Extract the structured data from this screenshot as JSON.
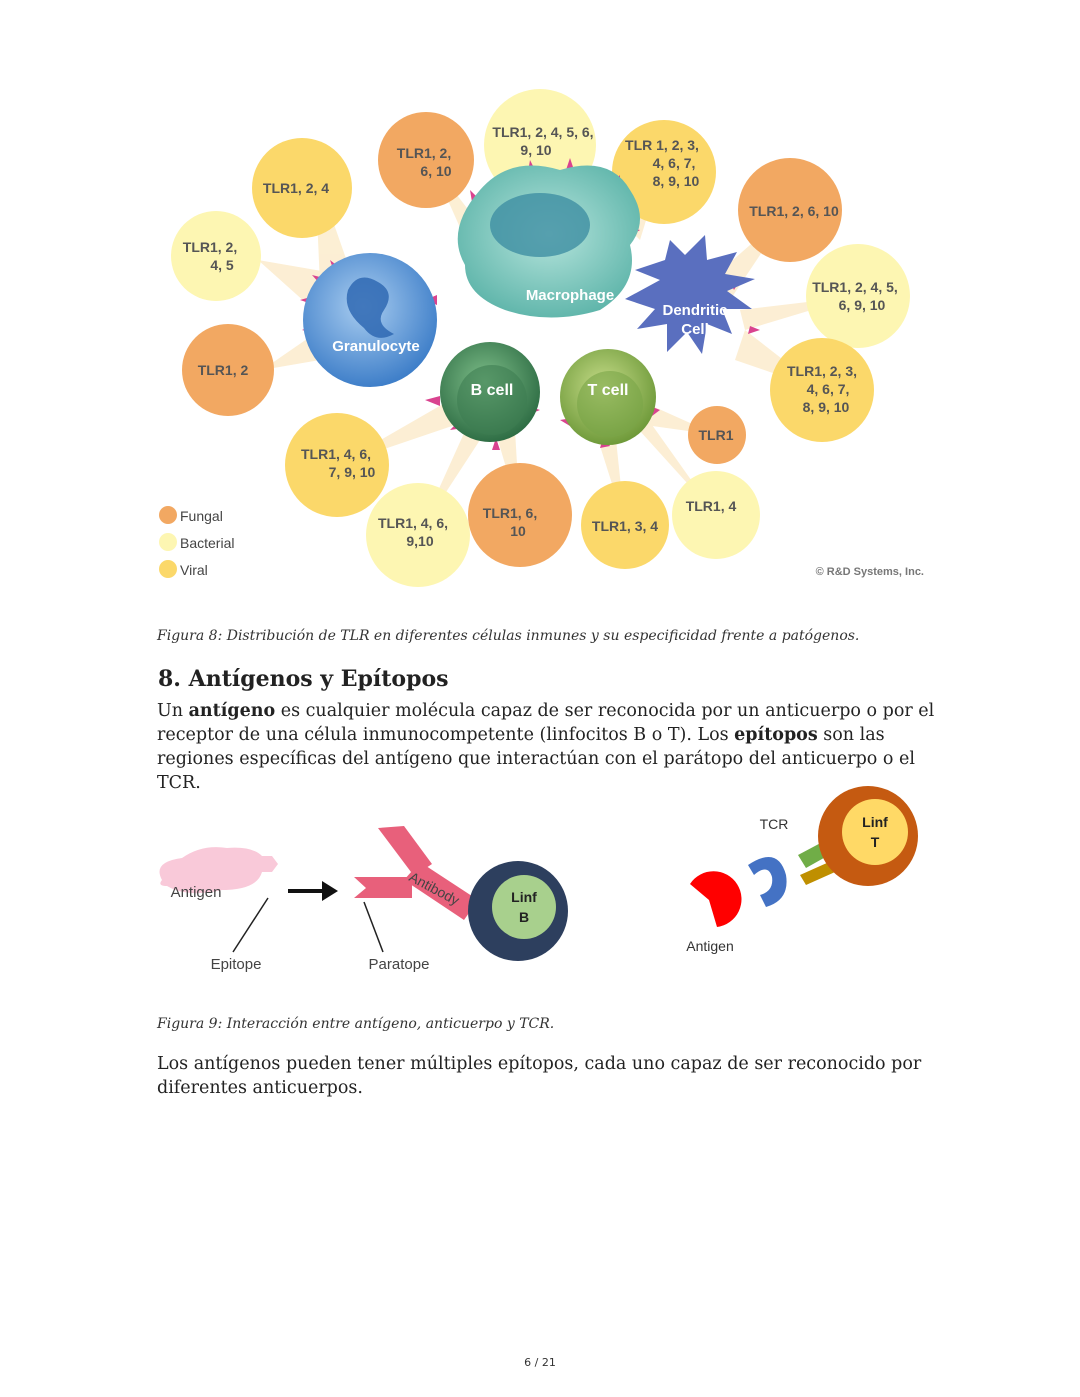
{
  "figure8": {
    "cells": {
      "granulocyte": "Granulocyte",
      "macrophage": "Macrophage",
      "dendritic_line1": "Dendritic",
      "dendritic_line2": "Cell",
      "bcell": "B cell",
      "tcell": "T cell"
    },
    "bubbles": [
      {
        "lines": [
          "TLR1, 2,",
          "4, 5"
        ],
        "type": "bacterial"
      },
      {
        "lines": [
          "TLR1, 2, 4"
        ],
        "type": "viral"
      },
      {
        "lines": [
          "TLR1, 2"
        ],
        "type": "fungal"
      },
      {
        "lines": [
          "TLR1, 2,",
          "6, 10"
        ],
        "type": "fungal"
      },
      {
        "lines": [
          "TLR1, 2, 4, 5, 6,",
          "9, 10"
        ],
        "type": "bacterial"
      },
      {
        "lines": [
          "TLR 1, 2, 3,",
          "4, 6, 7,",
          "8, 9, 10"
        ],
        "type": "viral"
      },
      {
        "lines": [
          "TLR1, 2, 6, 10"
        ],
        "type": "fungal"
      },
      {
        "lines": [
          "TLR1, 2, 4, 5,",
          "6, 9, 10"
        ],
        "type": "bacterial"
      },
      {
        "lines": [
          "TLR1, 2, 3,",
          "4, 6, 7,",
          "8, 9, 10"
        ],
        "type": "viral"
      },
      {
        "lines": [
          "TLR1"
        ],
        "type": "fungal"
      },
      {
        "lines": [
          "TLR1, 4, 6,",
          "7, 9, 10"
        ],
        "type": "viral"
      },
      {
        "lines": [
          "TLR1, 4, 6,",
          "9,10"
        ],
        "type": "bacterial"
      },
      {
        "lines": [
          "TLR1, 6,",
          "10"
        ],
        "type": "fungal"
      },
      {
        "lines": [
          "TLR1, 3, 4"
        ],
        "type": "viral"
      },
      {
        "lines": [
          "TLR1, 4"
        ],
        "type": "bacterial"
      }
    ],
    "legend": [
      {
        "label": "Fungal",
        "color": "#f2a862"
      },
      {
        "label": "Bacterial",
        "color": "#fdf6b2"
      },
      {
        "label": "Viral",
        "color": "#fbd86a"
      }
    ],
    "credit": "© R&D Systems, Inc.",
    "caption": "Figura 8: Distribución de TLR en diferentes células inmunes y su especificidad frente a patógenos."
  },
  "section": {
    "heading": "8. Antígenos y Epítopos",
    "p1_a": "Un ",
    "p1_b": "antígeno",
    "p1_c": " es cualquier molécula capaz de ser reconocida por un anticuerpo o por el receptor de una célula inmunocompetente (linfocitos B o T). Los ",
    "p1_d": "epítopos",
    "p1_e": " son las regiones específicas del antígeno que interactúan con el parátopo del anticuerpo o el TCR.",
    "p2": "Los antígenos pueden tener múltiples epítopos, cada uno capaz de ser reconocido por diferentes anticuerpos."
  },
  "figure9": {
    "antigen_left": "Antigen",
    "epitope": "Epitope",
    "antibody": "Antibody",
    "paratope": "Paratope",
    "linf_b_1": "Linf",
    "linf_b_2": "B",
    "tcr": "TCR",
    "linf_t_1": "Linf",
    "linf_t_2": "T",
    "antigen_right": "Antigen",
    "caption": "Figura 9: Interacción entre antígeno, anticuerpo y TCR."
  },
  "page": {
    "number": "6 / 21"
  }
}
